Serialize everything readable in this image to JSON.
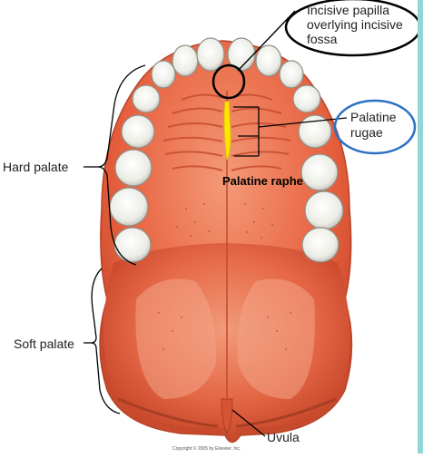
{
  "labels": {
    "incisive": "Incisive papilla\noverlying incisive\nfossa",
    "rugae": "Palatine\nrugae",
    "raphe": "Palatine raphe",
    "hard_palate": "Hard palate",
    "soft_palate": "Soft palate",
    "uvula": "Uvula",
    "copyright": "Copyright © 2005 by Elsevier, Inc."
  },
  "colors": {
    "tissue": "#e8603e",
    "tissue_dark": "#c84a2c",
    "tissue_light": "#f08a68",
    "teeth": "#f2f2ee",
    "raphe_highlight": "#ffe600",
    "circle_black": "#000000",
    "circle_blue": "#2c70c4",
    "frame": "#8fd6d6"
  }
}
